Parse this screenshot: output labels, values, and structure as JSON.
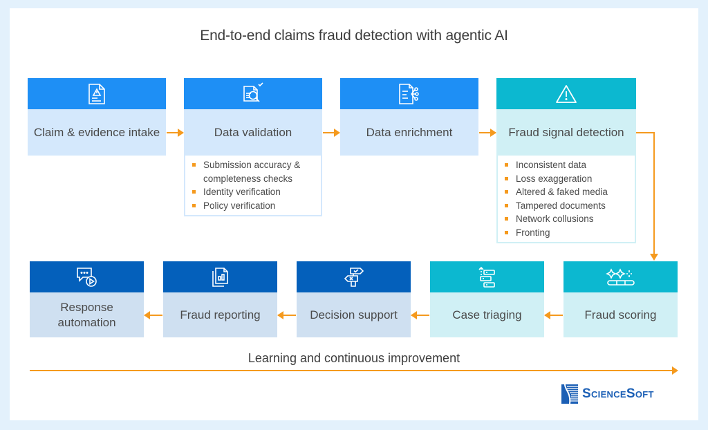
{
  "title": "End-to-end claims fraud detection with agentic AI",
  "colors": {
    "background": "#e3f1fc",
    "accent_orange": "#f59a1e",
    "blue_header": "#1e8ff5",
    "teal_header": "#0cb8d0",
    "navy_header": "#0460bb",
    "logo_blue": "#1b5fb5"
  },
  "top_row": [
    {
      "label": "Claim & evidence intake",
      "icon": "document-warning-icon",
      "theme": "blue",
      "details": []
    },
    {
      "label": "Data validation",
      "icon": "document-search-check-icon",
      "theme": "blue",
      "details": [
        "Submission accuracy & completeness checks",
        "Identity verification",
        "Policy verification"
      ]
    },
    {
      "label": "Data enrichment",
      "icon": "document-network-icon",
      "theme": "blue",
      "details": []
    },
    {
      "label": "Fraud signal detection",
      "icon": "warning-triangle-icon",
      "theme": "teal",
      "details": [
        "Inconsistent data",
        "Loss exaggeration",
        "Altered & faked media",
        "Tampered documents",
        "Network collusions",
        "Fronting"
      ]
    }
  ],
  "bottom_row": [
    {
      "label": "Response automation",
      "icon": "chat-play-icon",
      "theme": "navy"
    },
    {
      "label": "Fraud reporting",
      "icon": "report-chart-icon",
      "theme": "navy"
    },
    {
      "label": "Decision support",
      "icon": "signpost-icon",
      "theme": "navy"
    },
    {
      "label": "Case triaging",
      "icon": "priority-list-icon",
      "theme": "teal"
    },
    {
      "label": "Fraud scoring",
      "icon": "sparkle-scale-icon",
      "theme": "teal"
    }
  ],
  "footer": {
    "learning_label": "Learning and continuous improvement",
    "logo_text": "ScienceSoft"
  }
}
